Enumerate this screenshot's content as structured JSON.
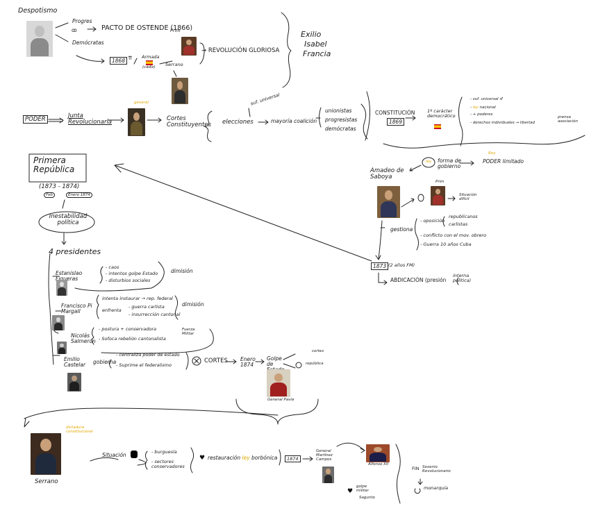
{
  "top": {
    "despotismo": "Despotismo",
    "progres": "Progres",
    "demo": "Demócratas",
    "pacto": "PACTO DE OSTENDE (1866)",
    "prim": "Prim",
    "revolucion": "REVOLUCIÓN GLORIOSA",
    "y1868": "1868",
    "armada": "Armada",
    "cadiz": "(cádiz)",
    "serrano": "Serrano",
    "exilio1": "Exilio",
    "exilio2": "Isabel",
    "exilio3": "Francia"
  },
  "poder": {
    "poder": "PODER",
    "junta": "Junta Revolucionaria",
    "gen_label": "general",
    "cortes": "Cortes Constituyentes",
    "sufragio": "suf. universal",
    "elecciones": "elecciones",
    "mayoria": "mayoría coalición",
    "unionistas": "unionistas",
    "progresistas": "progresistas",
    "democratas": "demócratas",
    "constitucion": "CONSTITUCIÓN",
    "y1869": "1869",
    "caracter": "1º carácter democrático",
    "c1": "suf. universal ♂",
    "c2": "ley nacional",
    "c3": "+ poderes",
    "c4": "derechos individuales → libertad",
    "c4b": "prensa asociación"
  },
  "amadeo": {
    "ley": "ley",
    "forma": "forma de gobierno",
    "rey": "Rey",
    "poder_lim": "PODER limitado",
    "amadeo": "Amadeo de Saboya",
    "prim": "Prim",
    "situacion": "Situación difícil",
    "gestiona": "gestiona",
    "oposicion": "oposición",
    "rep": "republicanos",
    "carl": "carlistas",
    "conflicto": "conflicto con el mov. obrero",
    "guerra": "Guerra 10 años Cuba",
    "y1873": "1873",
    "anos": "(2 años FM)",
    "abdicacion": "ABDICACIÓN (presión",
    "interna": "interna política)"
  },
  "republica": {
    "title": "Primera República",
    "years": "(1873 - 1874)",
    "feb": "Feb",
    "enero": "Enero 1874",
    "inestabilidad": "Inestabilidad política",
    "presidentes": "4 presidentes",
    "p1": "Estanislao Figueras",
    "p1a": "caos",
    "p1b": "intentos golpe Estado",
    "p1c": "disturbios sociales",
    "dimision1": "dimisión",
    "p2": "Francisco Pi Margall",
    "p2a": "intenta instaurar → rep. federal",
    "p2b": "enfrenta",
    "p2c": "guerra carlista",
    "p2d": "insurrección cantonal",
    "dimision2": "dimisión",
    "p3": "Nicolás Salmerón",
    "p3a": "postura + conservadora",
    "p3b": "Sofoca rebelión cantonalista",
    "fuerza": "Fuerza Militar",
    "p4": "Emilio Castelar",
    "gobierna": "gobierna",
    "p4a": "centraliza poder de estado",
    "p4b": "Suprime el federalismo",
    "cortes": "CORTES",
    "golpe": "Golpe de Estado",
    "golpe_a": "cortes",
    "golpe_b": "república",
    "pavia": "General Pavía"
  },
  "bottom": {
    "serrano": "Serrano",
    "serrano_tag": "dictadura constitucional",
    "situacion": "Situación",
    "b1": "burguesía",
    "b2": "sectores conservadores",
    "restauracion": "restauración",
    "ley": "ley",
    "borbonica": "borbónica",
    "y1874": "1874",
    "martinez": "General Martínez Campos",
    "alfonso": "Alfonso XII",
    "golpe": "golpe militar",
    "sagunto": "Sagunto",
    "fin": "FIN",
    "sexenio": "Sexenio Revolucionario",
    "monarquia": "monarquía"
  }
}
